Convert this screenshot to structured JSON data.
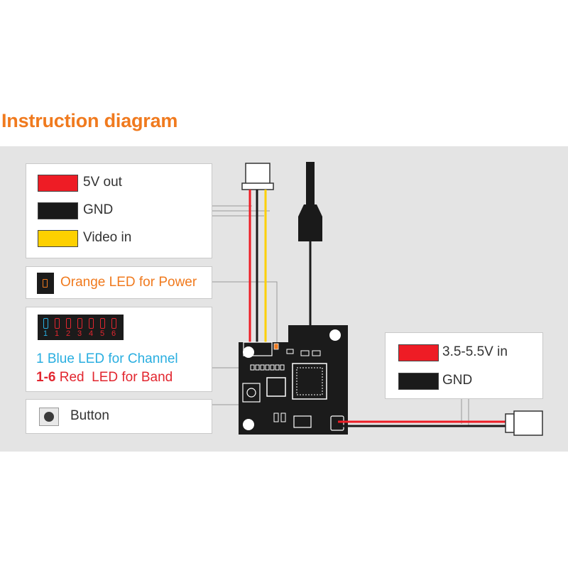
{
  "title": "Instruction diagram",
  "legend_connector": {
    "items": [
      {
        "label": "5V out",
        "color": "#ee1c25"
      },
      {
        "label": "GND",
        "color": "#1a1a1a"
      },
      {
        "label": "Video in",
        "color": "#fdd000"
      }
    ]
  },
  "power_led": {
    "label": "Orange LED for Power",
    "color": "#f07a1e"
  },
  "channel_leds": {
    "numbers": [
      "1",
      "1",
      "2",
      "3",
      "4",
      "5",
      "6"
    ],
    "blue_prefix": "1",
    "blue_text": "Blue LED for Channel",
    "red_prefix": "1-6",
    "red_text": "Red  LED for Band",
    "blue_color": "#29aee0",
    "red_color": "#e2262f"
  },
  "button": {
    "label": "Button"
  },
  "legend_power": {
    "items": [
      {
        "label": "3.5-5.5V in",
        "color": "#ee1c25"
      },
      {
        "label": "GND",
        "color": "#1a1a1a"
      }
    ]
  }
}
